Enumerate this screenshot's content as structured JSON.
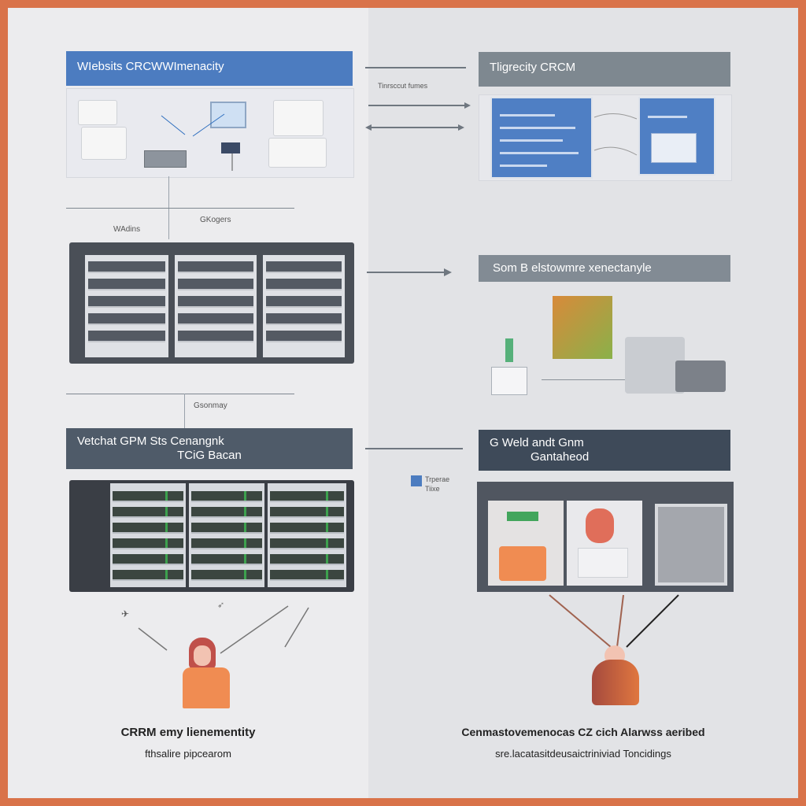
{
  "left": {
    "banner1": "WIebsits CRCWWImenacity",
    "branch1_label": "GKogers",
    "side_label": "WAdins",
    "branch2_label": "Gsonmay",
    "banner2_line1": "Vetchat GPM Sts Cenangnk",
    "banner2_line2": "TCiG Bacan",
    "caption_line1": "CRRM emy lienementity",
    "caption_line2": "fthsalire pipcearom"
  },
  "right": {
    "banner1": "Tligrecity  CRCM",
    "banner2": "Som B elstowmre  xenectanyle",
    "banner3_line1": "G Weld andt Gnm",
    "banner3_line2": "Gantaheod",
    "caption_line1": "Cenmastovemenocas CZ cich Alarwss aeribed",
    "caption_line2": "sre.lacatasitdeusaictriniviad Toncidings"
  },
  "center": {
    "label_top": "Tinrsccut fumes",
    "label_mid": "Trperae",
    "label_mid2": "Tiixe"
  },
  "colors": {
    "border": "#d9734a",
    "banner_blue": "#4c7cc0",
    "banner_gray": "#7e8890",
    "banner_slate": "#4f5b69",
    "server_green": "#3da14e"
  }
}
